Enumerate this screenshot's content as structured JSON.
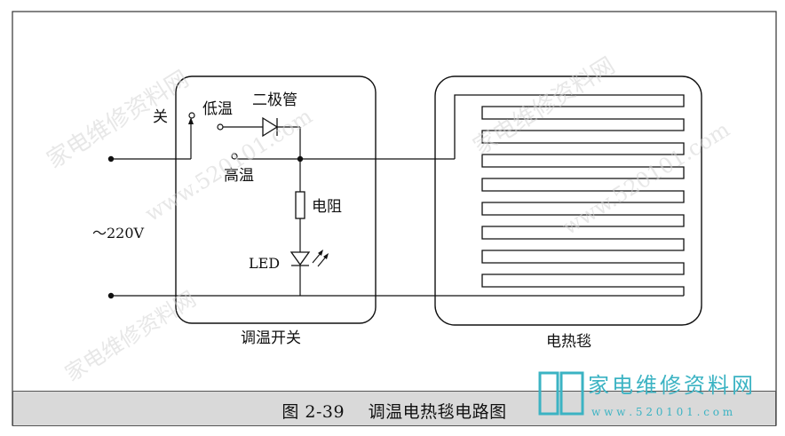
{
  "labels": {
    "switch_off": "关",
    "low_temp": "低温",
    "high_temp": "高温",
    "diode": "二极管",
    "resistor": "电阻",
    "led": "LED",
    "supply": "～220V",
    "switch_box": "调温开关",
    "blanket": "电热毯"
  },
  "caption": {
    "number": "图 2-39",
    "title": "调温电热毯电路图"
  },
  "watermark": {
    "site_cn": "家电维修资料网",
    "site_url": "www.520101.com",
    "logo_url_text": "w w w . 5 2 0 1 0 1 . c o m"
  },
  "colors": {
    "line": "#111111",
    "caption_bg": "#d9d9d9",
    "logo_teal": "#3bb3c3"
  }
}
